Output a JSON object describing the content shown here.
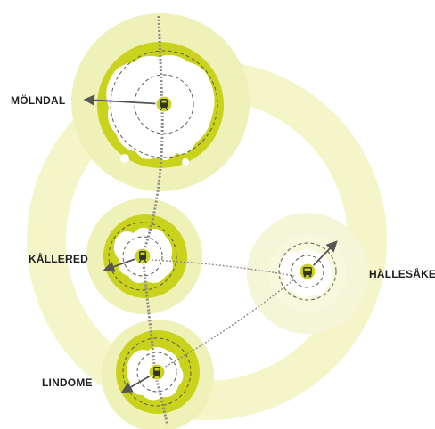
{
  "labels": {
    "molndal": "MÖLNDAL",
    "kallered": "KÅLLERED",
    "hallesaker": "HÄLLESÅKER",
    "lindome": "LINDOME"
  },
  "colors": {
    "outer_ring": "#f3f4c4",
    "halo": "#eef1b5",
    "town_fill": "#c9d21c",
    "town_fill_light": "#f5f6d6",
    "blob": "#ffffff",
    "icon_bg": "#c9d21c",
    "dash": "#5a5a4a",
    "rail": "#8a8a8a",
    "arrow": "#5a5a5a"
  },
  "icons": {
    "molndal": "train-icon",
    "kallered": "train-icon",
    "lindome": "train-icon",
    "hallesaker": "bus-icon"
  }
}
